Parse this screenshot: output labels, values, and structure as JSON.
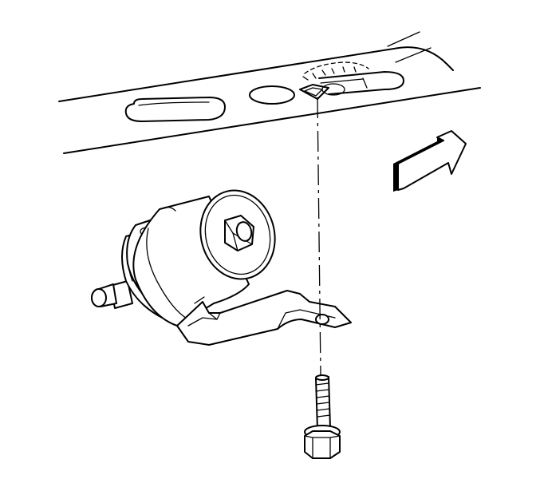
{
  "diagram": {
    "description_labels": [],
    "colors": {
      "line": "#000000",
      "background": "#ffffff"
    },
    "components": [
      "frame-rail",
      "bracket-hole",
      "fuel-filter",
      "filter-bracket",
      "mounting-bolt",
      "direction-arrow"
    ]
  }
}
